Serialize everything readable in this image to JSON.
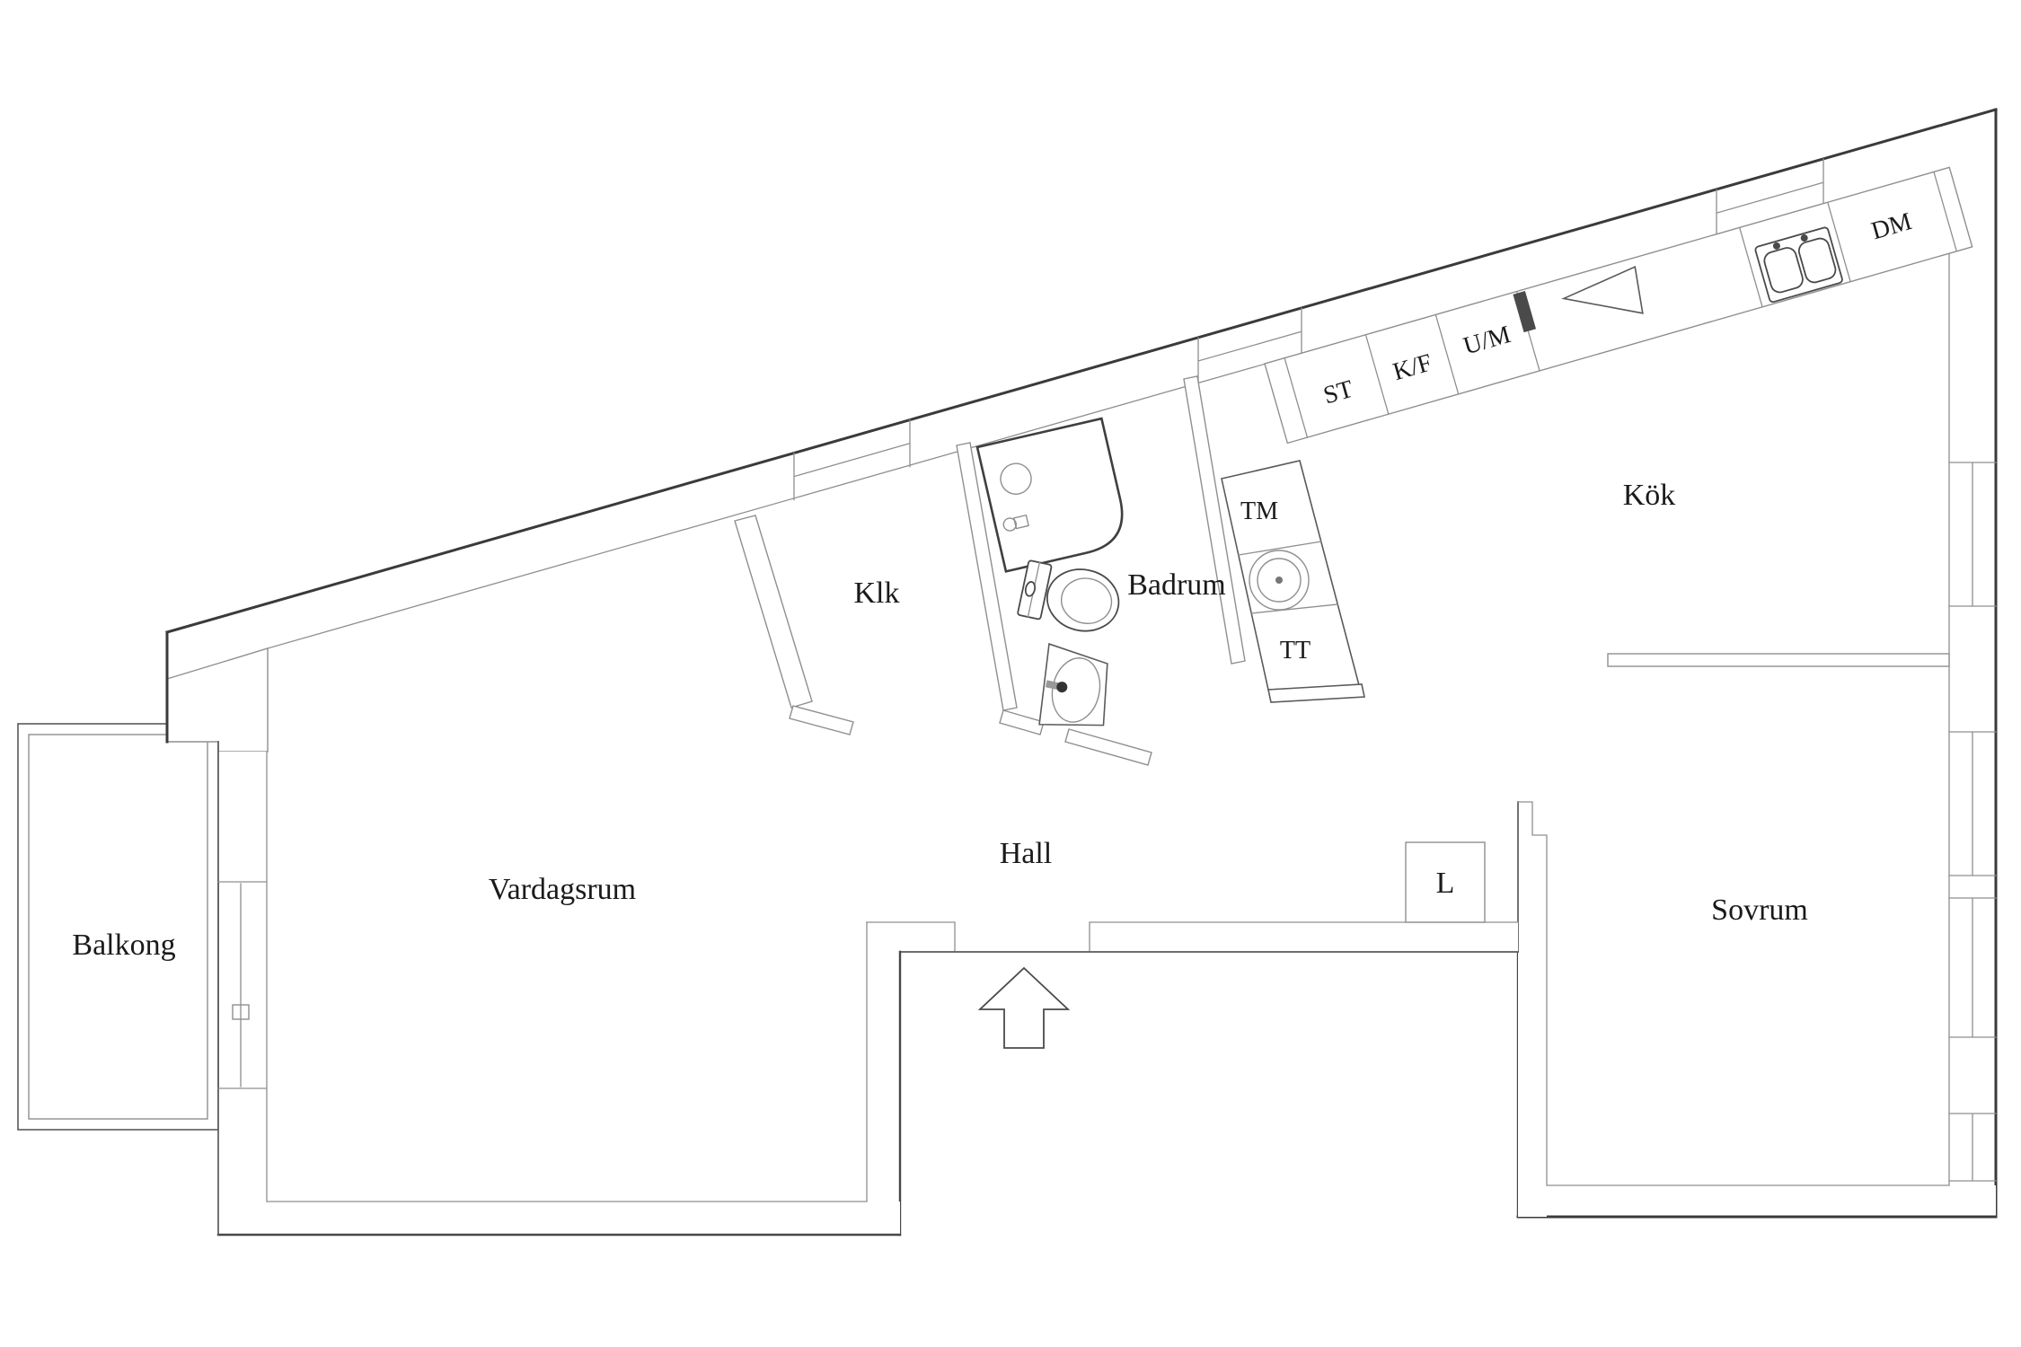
{
  "meta": {
    "type": "architectural-floor-plan",
    "language": "sv"
  },
  "rooms": {
    "balcony": {
      "label": "Balkong"
    },
    "living_room": {
      "label": "Vardagsrum"
    },
    "hall": {
      "label": "Hall"
    },
    "closet": {
      "label": "Klk"
    },
    "bathroom": {
      "label": "Badrum"
    },
    "kitchen": {
      "label": "Kök"
    },
    "bedroom": {
      "label": "Sovrum"
    },
    "wardrobe": {
      "label": "L"
    }
  },
  "appliances": {
    "stove": {
      "label": "ST"
    },
    "fridge_freezer": {
      "label": "K/F"
    },
    "oven_microwave": {
      "label": "U/M"
    },
    "dishwasher": {
      "label": "DM"
    },
    "washing_machine": {
      "label": "TM"
    },
    "tumble_dryer": {
      "label": "TT"
    }
  },
  "colors": {
    "background": "#ffffff",
    "wall_dark": "#3a3a3a",
    "wall_mid": "#5a5a5a",
    "wall_light": "#8f8f8f",
    "text": "#1a1a1a"
  }
}
